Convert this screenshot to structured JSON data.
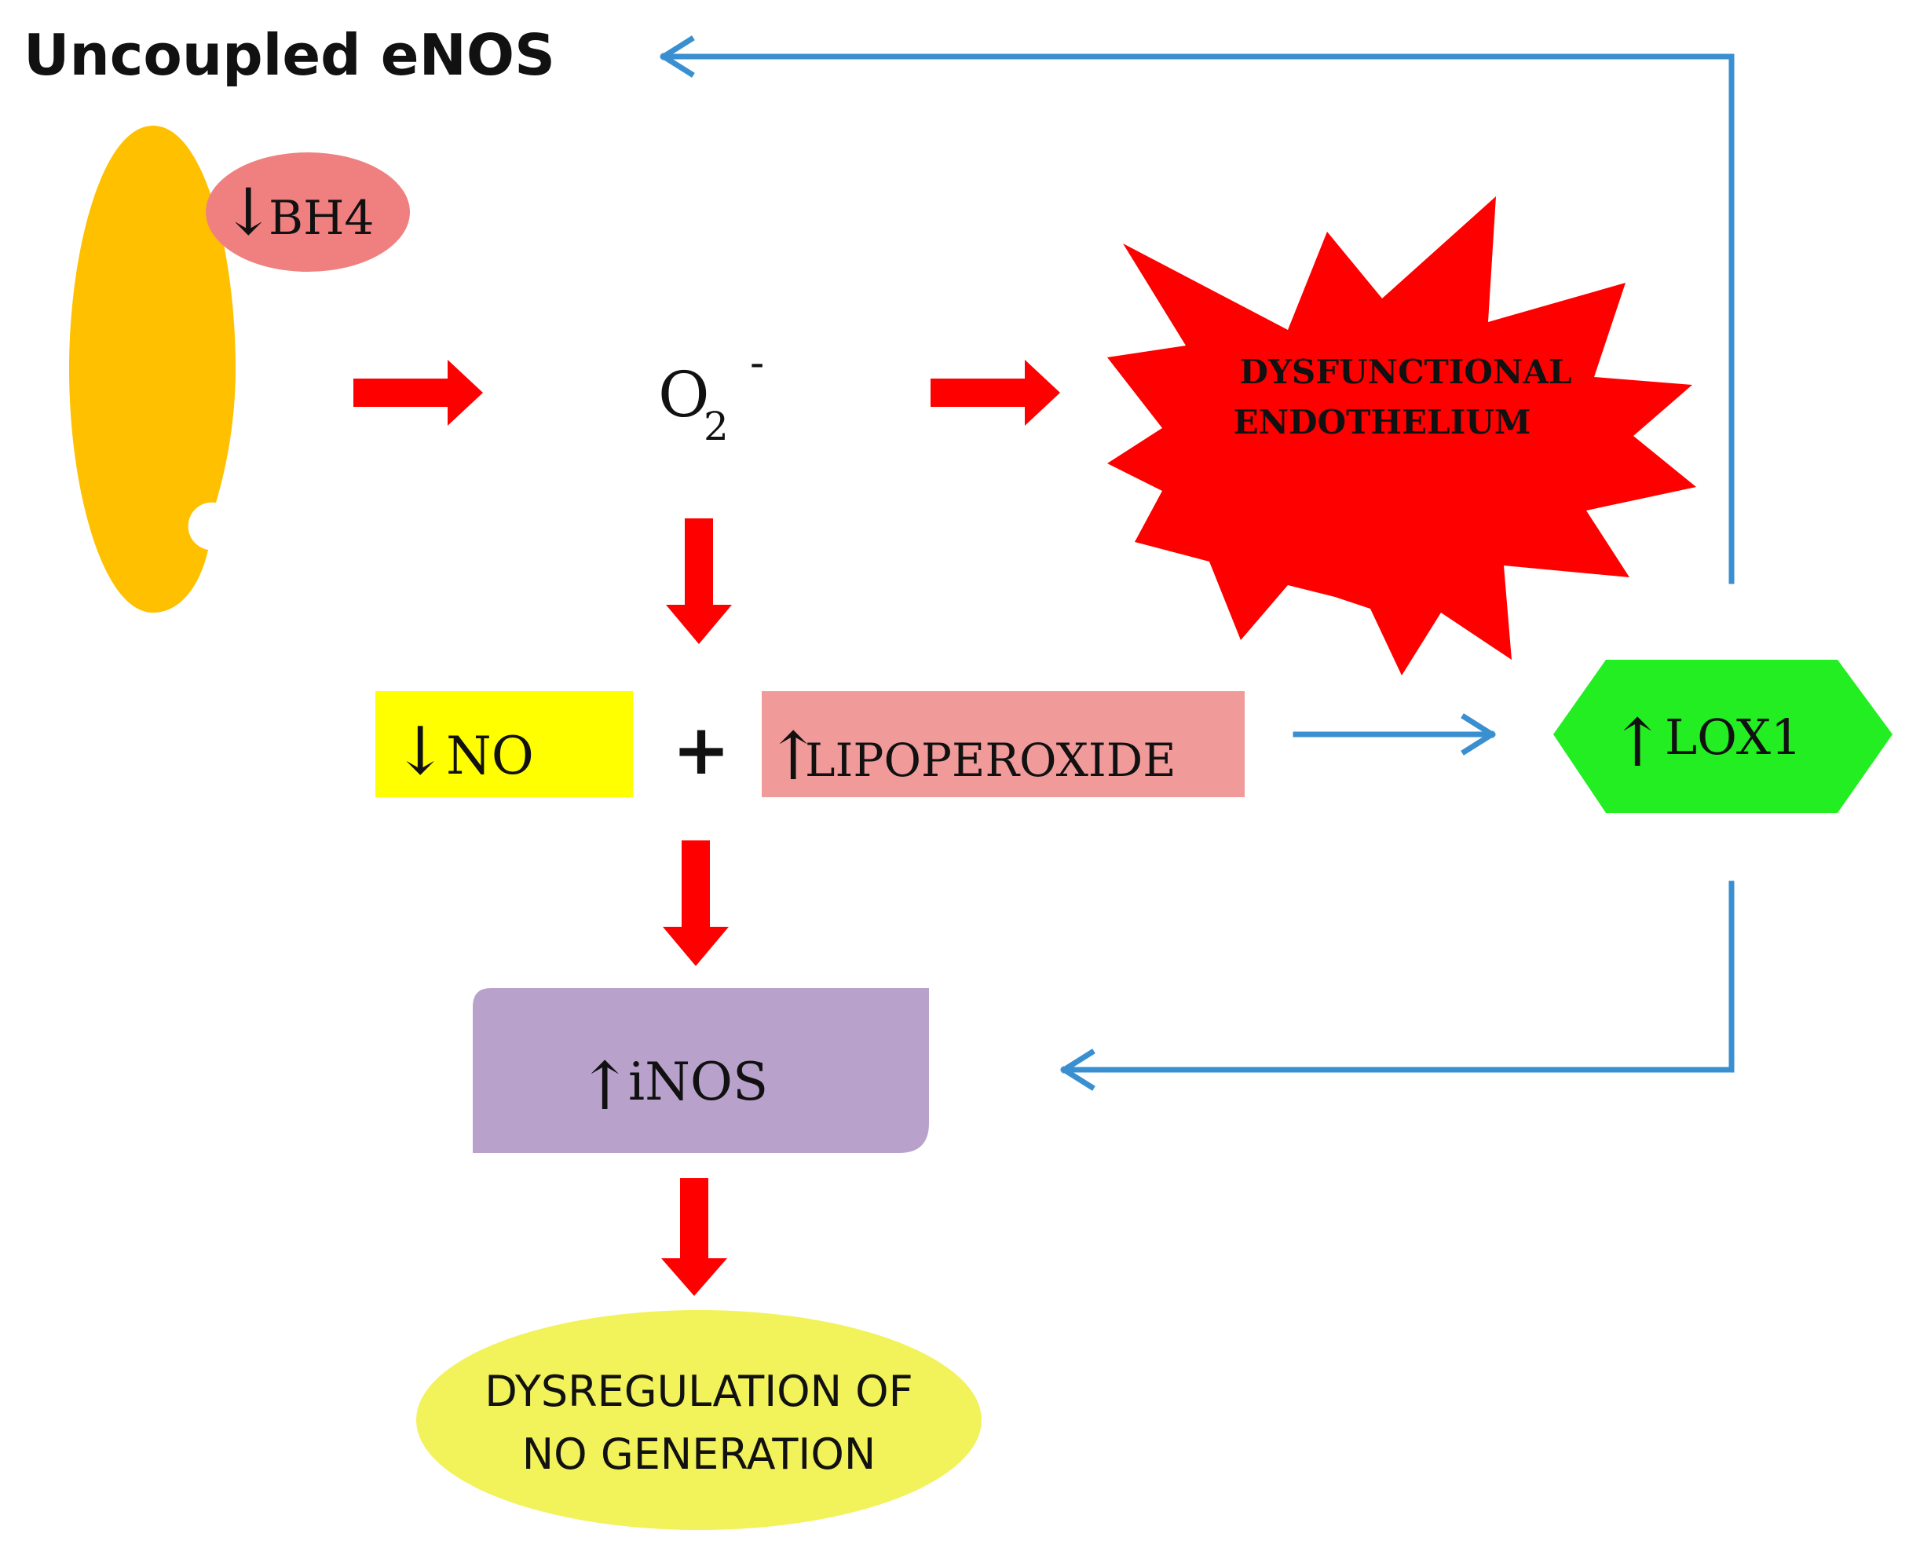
{
  "title": "Uncoupled eNOS",
  "nodes": {
    "bh4": {
      "arrow": "↓",
      "label": "BH4"
    },
    "superoxide": {
      "base": "O",
      "sub": "2",
      "sup": "-"
    },
    "dysfunctional": {
      "line1": "DYSFUNCTIONAL",
      "line2": "ENDOTHELIUM"
    },
    "no": {
      "arrow": "↓",
      "label": "NO"
    },
    "plus": "+",
    "lipoperoxide": {
      "arrow": "↑",
      "label": "LIPOPEROXIDE"
    },
    "lox1": {
      "arrow": "↑",
      "label": "LOX1"
    },
    "inos": {
      "arrow": "↑",
      "label": "iNOS"
    },
    "dysregulation": {
      "line1": "DYSREGULATION OF",
      "line2": "NO GENERATION"
    }
  },
  "colors": {
    "enos": "#FFC000",
    "bh4": "#F08080",
    "red_arrow": "#FF0000",
    "star": "#FF0000",
    "no_box": "#FFFF00",
    "lipoperoxide_box": "#F09A9A",
    "lox1": "#22EE22",
    "inos_box": "#B8A2CC",
    "dysregulation": "#F2F25A",
    "blue_arrow": "#3A8FD0"
  }
}
